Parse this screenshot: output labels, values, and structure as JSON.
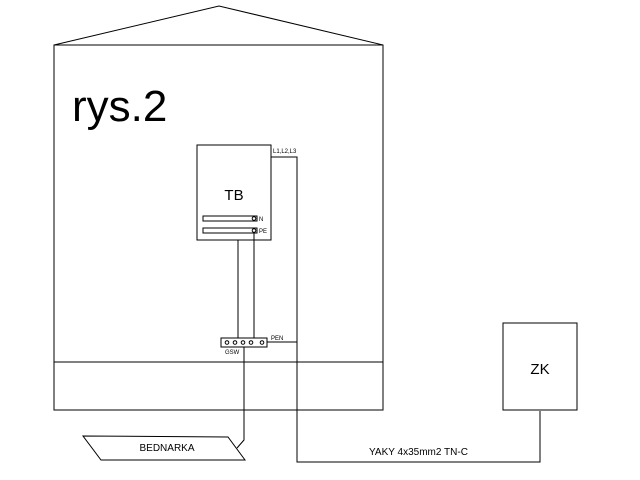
{
  "title": "rys.2",
  "tb_box": {
    "label": "TB",
    "feed_label": "L1,L2,L3",
    "n_label": "N",
    "pe_label": "PE"
  },
  "gsw": {
    "label": "GSW",
    "pen_label": "PEN"
  },
  "zk_box": {
    "label": "ZK"
  },
  "bednarka": {
    "label": "BEDNARKA"
  },
  "cable": {
    "label": "YAKY 4x35mm2  TN-C"
  }
}
